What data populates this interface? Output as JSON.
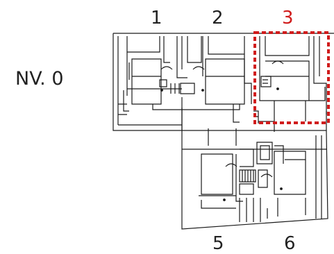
{
  "level_label": "NV. 0",
  "unit_labels": [
    "1",
    "2",
    "3",
    "5",
    "6"
  ],
  "highlighted_unit": "3",
  "colors": {
    "line": "#1a1a1a",
    "highlight": "#d01c1c",
    "label": "#222222",
    "background": "#ffffff"
  }
}
